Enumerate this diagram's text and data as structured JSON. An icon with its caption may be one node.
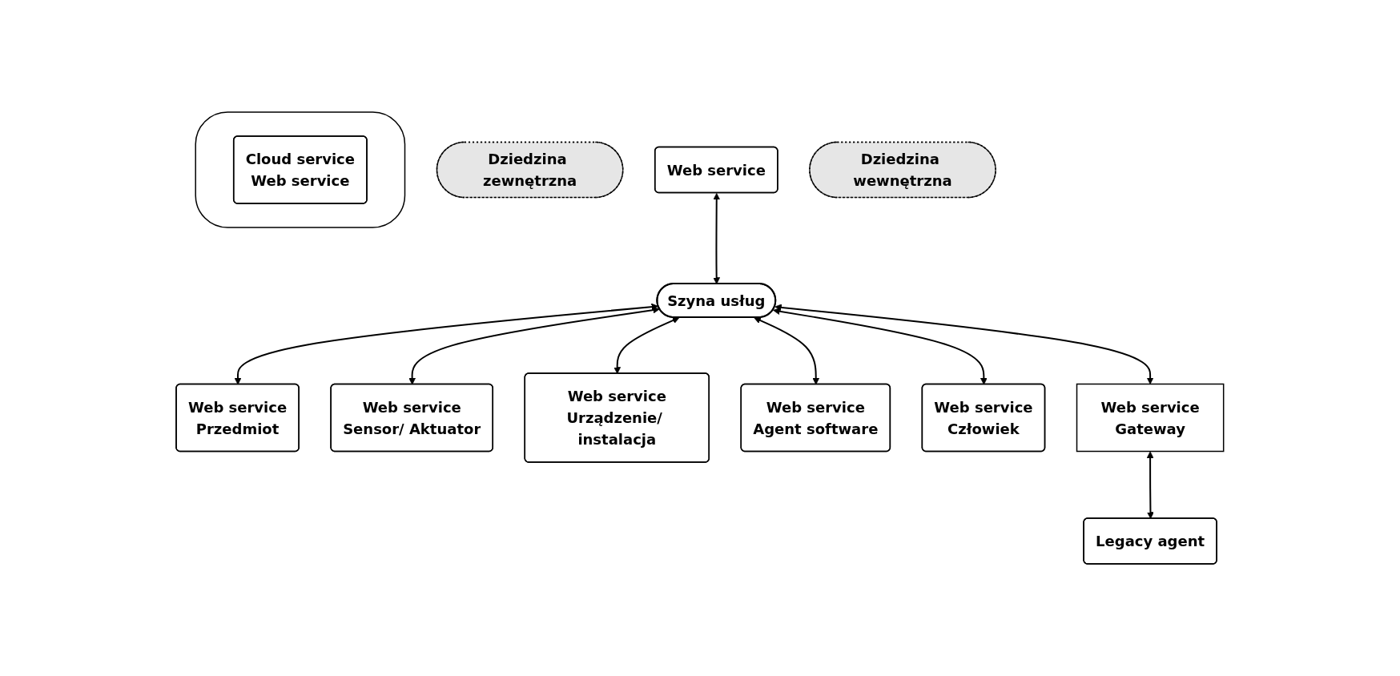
{
  "diagram": {
    "nodes": [
      {
        "text": [
          "Dziedzina zewnętrzna"
        ]
      },
      {
        "text": [
          "Web service"
        ]
      },
      {
        "text": [],
        "shape": "cloud"
      },
      {
        "text": [
          "Cloud service",
          "Web service"
        ],
        "in": 2
      },
      {
        "text": [
          "Dziedzina wewnętrzna"
        ]
      },
      {
        "text": [
          "Szyna usług"
        ]
      },
      {
        "text": [
          "Web service",
          "Przedmiot"
        ]
      },
      {
        "text": [
          "Web service",
          "Sensor/ Aktuator"
        ]
      },
      {
        "text": [
          "Web service",
          "Urządzenie/ instalacja"
        ]
      },
      {
        "text": [
          "Web service",
          "Agent software"
        ]
      },
      {
        "text": [
          "Web service",
          "Człowiek"
        ]
      },
      {
        "text": [
          "Web service",
          "Gateway"
        ]
      },
      {
        "text": [
          "Legacy agent"
        ]
      }
    ],
    "edges": [
      {
        "from": 1,
        "to": 5,
        "arrow": "both"
      },
      {
        "from": 5,
        "to": 6,
        "arrow": "both"
      },
      {
        "from": 5,
        "to": 7,
        "arrow": "both"
      },
      {
        "from": 5,
        "to": 8,
        "arrow": "both"
      },
      {
        "from": 5,
        "to": 9,
        "arrow": "both"
      },
      {
        "from": 5,
        "to": 10,
        "arrow": "both"
      },
      {
        "from": 5,
        "to": 11,
        "arrow": "both"
      },
      {
        "from": 11,
        "to": 12,
        "arrow": "both"
      }
    ]
  }
}
